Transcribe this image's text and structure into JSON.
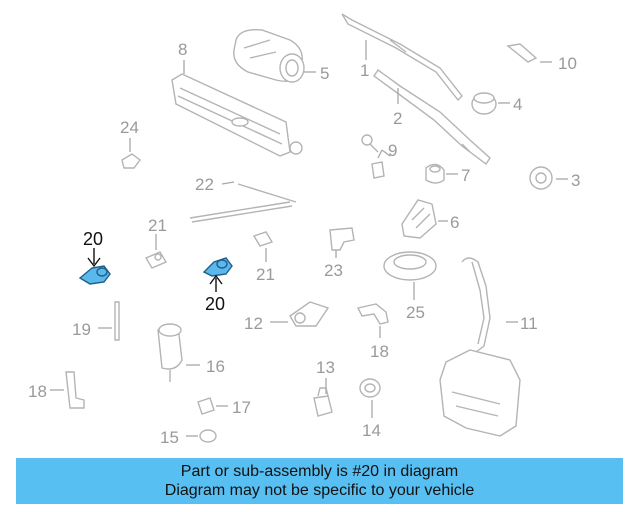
{
  "callouts": {
    "c1": "1",
    "c2": "2",
    "c3": "3",
    "c4": "4",
    "c5": "5",
    "c6": "6",
    "c7": "7",
    "c8": "8",
    "c9": "9",
    "c10": "10",
    "c11": "11",
    "c12": "12",
    "c13": "13",
    "c14": "14",
    "c15": "15",
    "c16": "16",
    "c17": "17",
    "c18a": "18",
    "c18b": "18",
    "c19": "19",
    "c20a": "20",
    "c20b": "20",
    "c21a": "21",
    "c21b": "21",
    "c22": "22",
    "c23": "23",
    "c24": "24",
    "c25": "25"
  },
  "colors": {
    "highlight": "#5ab8ec",
    "banner": "#58bff3"
  },
  "banner": {
    "line1": "Part or sub-assembly is #20 in diagram",
    "line2": "Diagram may not be specific to your vehicle"
  }
}
